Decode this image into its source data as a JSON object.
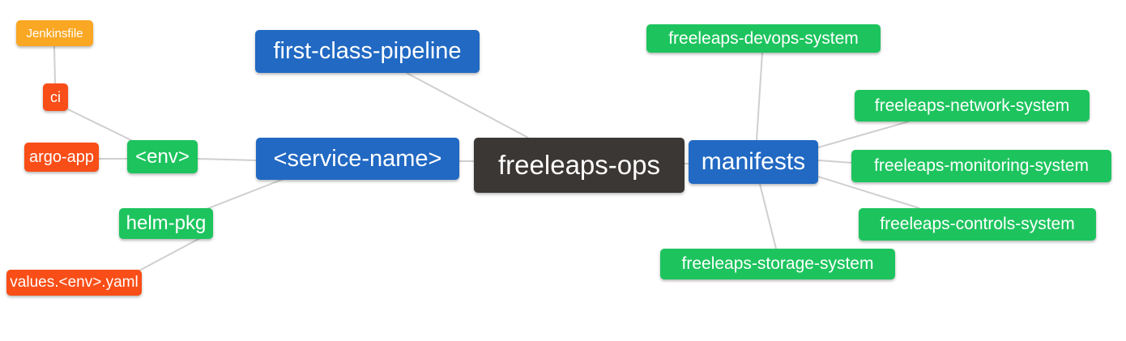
{
  "diagram": {
    "type": "mindmap",
    "palette": {
      "branch_blue": "#2169c3",
      "leaf_green": "#1dc45e",
      "file_red": "#f94e17",
      "file_orange": "#faa723",
      "root_dark": "#3b3734",
      "edge": "#cfcfcf",
      "node_text": "#ffffff",
      "background": "#ffffff"
    },
    "root": {
      "label": "freeleaps-ops"
    },
    "nodes": [
      {
        "id": "jenkinsfile",
        "label": "Jenkinsfile",
        "color": "#faa723"
      },
      {
        "id": "ci",
        "label": "ci",
        "color": "#f94e17"
      },
      {
        "id": "argo-app",
        "label": "argo-app",
        "color": "#f94e17"
      },
      {
        "id": "env",
        "label": "<env>",
        "color": "#1dc45e"
      },
      {
        "id": "helm-pkg",
        "label": "helm-pkg",
        "color": "#1dc45e"
      },
      {
        "id": "values-env-yaml",
        "label": "values.<env>.yaml",
        "color": "#f94e17"
      },
      {
        "id": "first-class-pipeline",
        "label": "first-class-pipeline",
        "color": "#2169c3"
      },
      {
        "id": "service-name",
        "label": "<service-name>",
        "color": "#2169c3"
      },
      {
        "id": "freeleaps-ops",
        "label": "freeleaps-ops",
        "color": "#3b3734"
      },
      {
        "id": "manifests",
        "label": "manifests",
        "color": "#2169c3"
      },
      {
        "id": "freeleaps-devops-system",
        "label": "freeleaps-devops-system",
        "color": "#1dc45e"
      },
      {
        "id": "freeleaps-network-system",
        "label": "freeleaps-network-system",
        "color": "#1dc45e"
      },
      {
        "id": "freeleaps-monitoring-system",
        "label": "freeleaps-monitoring-system",
        "color": "#1dc45e"
      },
      {
        "id": "freeleaps-controls-system",
        "label": "freeleaps-controls-system",
        "color": "#1dc45e"
      },
      {
        "id": "freeleaps-storage-system",
        "label": "freeleaps-storage-system",
        "color": "#1dc45e"
      }
    ],
    "edges": [
      {
        "from": "jenkinsfile",
        "to": "ci"
      },
      {
        "from": "ci",
        "to": "env"
      },
      {
        "from": "argo-app",
        "to": "env"
      },
      {
        "from": "env",
        "to": "service-name"
      },
      {
        "from": "service-name",
        "to": "helm-pkg"
      },
      {
        "from": "helm-pkg",
        "to": "values-env-yaml"
      },
      {
        "from": "first-class-pipeline",
        "to": "freeleaps-ops"
      },
      {
        "from": "service-name",
        "to": "freeleaps-ops"
      },
      {
        "from": "freeleaps-ops",
        "to": "manifests"
      },
      {
        "from": "manifests",
        "to": "freeleaps-devops-system"
      },
      {
        "from": "manifests",
        "to": "freeleaps-network-system"
      },
      {
        "from": "manifests",
        "to": "freeleaps-monitoring-system"
      },
      {
        "from": "manifests",
        "to": "freeleaps-controls-system"
      },
      {
        "from": "manifests",
        "to": "freeleaps-storage-system"
      }
    ]
  }
}
